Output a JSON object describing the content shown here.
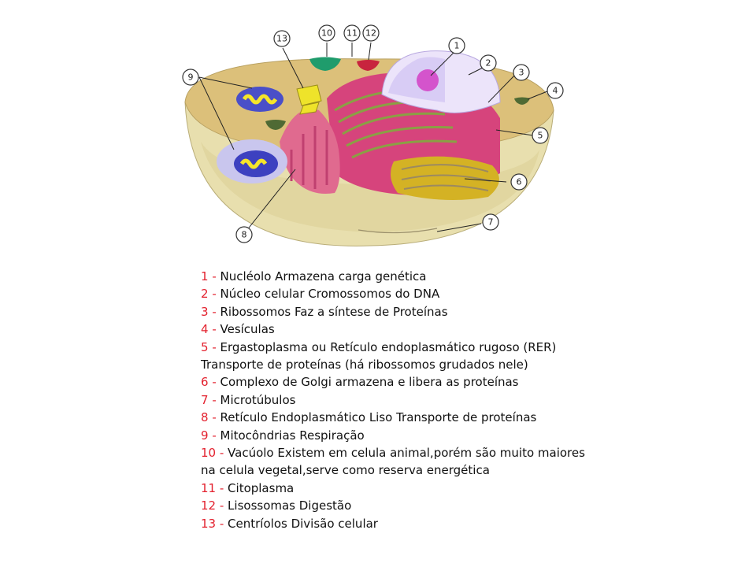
{
  "callouts": [
    "1",
    "2",
    "3",
    "4",
    "5",
    "6",
    "7",
    "8",
    "9",
    "10",
    "11",
    "12",
    "13"
  ],
  "legend": [
    {
      "num": "1",
      "sep": " - ",
      "text": "Nucléolo Armazena carga genética"
    },
    {
      "num": "2",
      "sep": " - ",
      "text": "Núcleo celular Cromossomos do DNA"
    },
    {
      "num": "3",
      "sep": " - ",
      "text": "Ribossomos Faz a síntese de Proteínas"
    },
    {
      "num": "4",
      "sep": " - ",
      "text": "Vesículas"
    },
    {
      "num": "5",
      "sep": " - ",
      "text": "Ergastoplasma ou Retículo endoplasmático rugoso (RER)"
    },
    {
      "num": "",
      "sep": "",
      "text": "Transporte de proteínas (há ribossomos grudados nele)"
    },
    {
      "num": "6",
      "sep": " - ",
      "text": "Complexo de Golgi armazena e libera as proteínas"
    },
    {
      "num": "7",
      "sep": " - ",
      "text": "Microtúbulos"
    },
    {
      "num": "8",
      "sep": " - ",
      "text": "Retículo Endoplasmático Liso Transporte de proteínas"
    },
    {
      "num": "9",
      "sep": " - ",
      "text": "Mitocôndrias Respiração"
    },
    {
      "num": "10",
      "sep": " - ",
      "text": "Vacúolo Existem em celula animal,porém são muito maiores"
    },
    {
      "num": "",
      "sep": "",
      "text": "na celula vegetal,serve como reserva energética"
    },
    {
      "num": "11",
      "sep": " - ",
      "text": "Citoplasma"
    },
    {
      "num": "12",
      "sep": " - ",
      "text": "Lisossomas Digestão"
    },
    {
      "num": "13",
      "sep": " - ",
      "text": "Centríolos Divisão celular"
    }
  ]
}
